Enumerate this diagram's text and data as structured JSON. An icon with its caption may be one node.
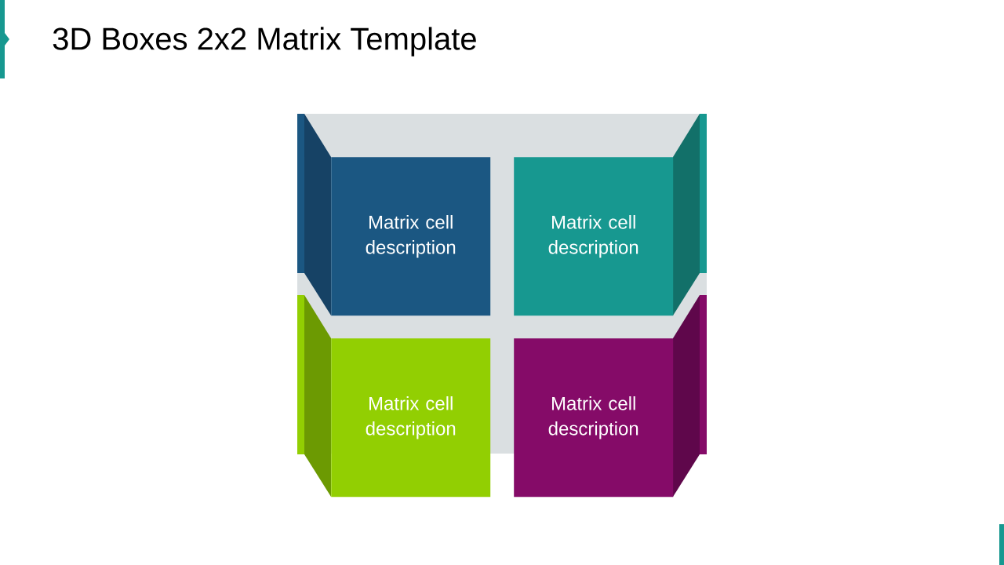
{
  "diagram": {
    "title": "3D Boxes 2x2 Matrix Template",
    "nodes": [
      {
        "text": [
          "Matrix cell description"
        ]
      },
      {
        "text": [
          "Matrix cell description"
        ]
      },
      {
        "text": [
          "Matrix cell description"
        ]
      },
      {
        "text": [
          "Matrix cell description"
        ]
      }
    ]
  }
}
